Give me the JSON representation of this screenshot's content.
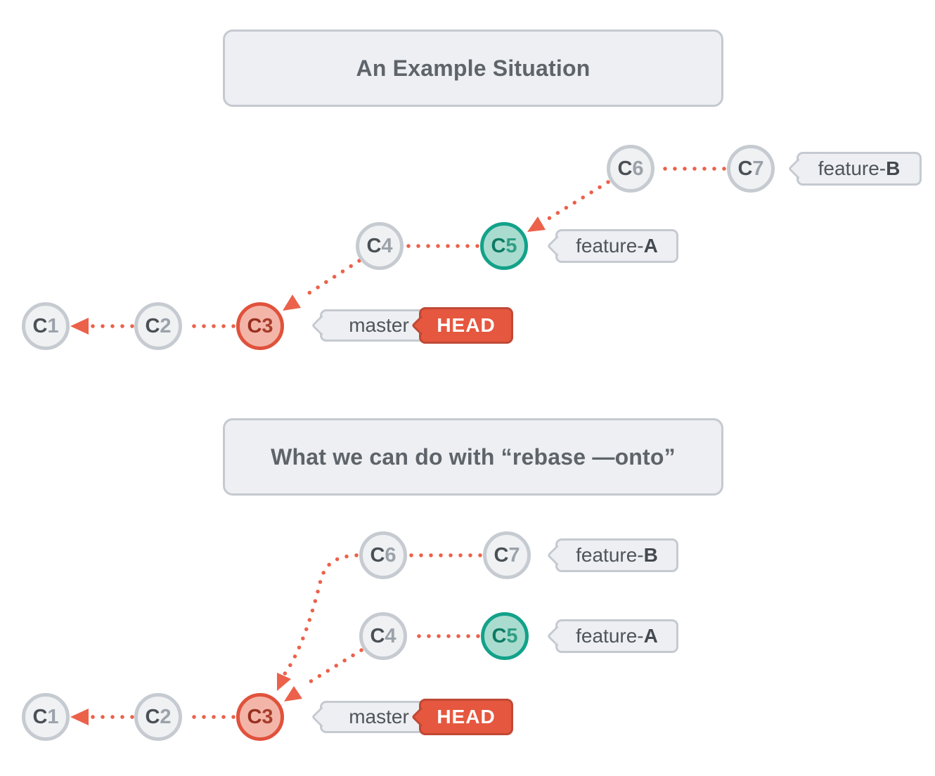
{
  "palette": {
    "accent_red": "#ec614a",
    "head_fill": "#e5573e",
    "head_border": "#bf4936",
    "gray_fill": "#eff1f3",
    "gray_border": "#c6cbd1",
    "green_fill": "#a9dccf",
    "green_border": "#12a28a",
    "red_commit_fill": "#f4b5a9",
    "red_commit_border": "#e0523c",
    "box_fill": "#edeff2",
    "box_border": "#c5cad0",
    "title_text": "#5e646a"
  },
  "section1": {
    "title": "An Example Situation",
    "commits": {
      "c1": {
        "letter": "C",
        "digit": "1"
      },
      "c2": {
        "letter": "C",
        "digit": "2"
      },
      "c3": {
        "letter": "C",
        "digit": "3"
      },
      "c4": {
        "letter": "C",
        "digit": "4"
      },
      "c5": {
        "letter": "C",
        "digit": "5"
      },
      "c6": {
        "letter": "C",
        "digit": "6"
      },
      "c7": {
        "letter": "C",
        "digit": "7"
      }
    },
    "labels": {
      "feature_b": {
        "prefix": "feature-",
        "suffix": "B"
      },
      "feature_a": {
        "prefix": "feature-",
        "suffix": "A"
      },
      "master": "master",
      "head": "HEAD"
    },
    "edges": [
      "C2→C1",
      "C3→C2",
      "C4→C3",
      "C5→C4",
      "C6→C5",
      "C7→C6"
    ]
  },
  "section2": {
    "title": "What we can do with “rebase —onto”",
    "commits": {
      "c1": {
        "letter": "C",
        "digit": "1"
      },
      "c2": {
        "letter": "C",
        "digit": "2"
      },
      "c3": {
        "letter": "C",
        "digit": "3"
      },
      "c4": {
        "letter": "C",
        "digit": "4"
      },
      "c5": {
        "letter": "C",
        "digit": "5"
      },
      "c6": {
        "letter": "C",
        "digit": "6"
      },
      "c7": {
        "letter": "C",
        "digit": "7"
      }
    },
    "labels": {
      "feature_b": {
        "prefix": "feature-",
        "suffix": "B"
      },
      "feature_a": {
        "prefix": "feature-",
        "suffix": "A"
      },
      "master": "master",
      "head": "HEAD"
    },
    "edges": [
      "C2→C1",
      "C3→C2",
      "C4→C3",
      "C5→C4",
      "C6→C3",
      "C7→C6"
    ]
  }
}
